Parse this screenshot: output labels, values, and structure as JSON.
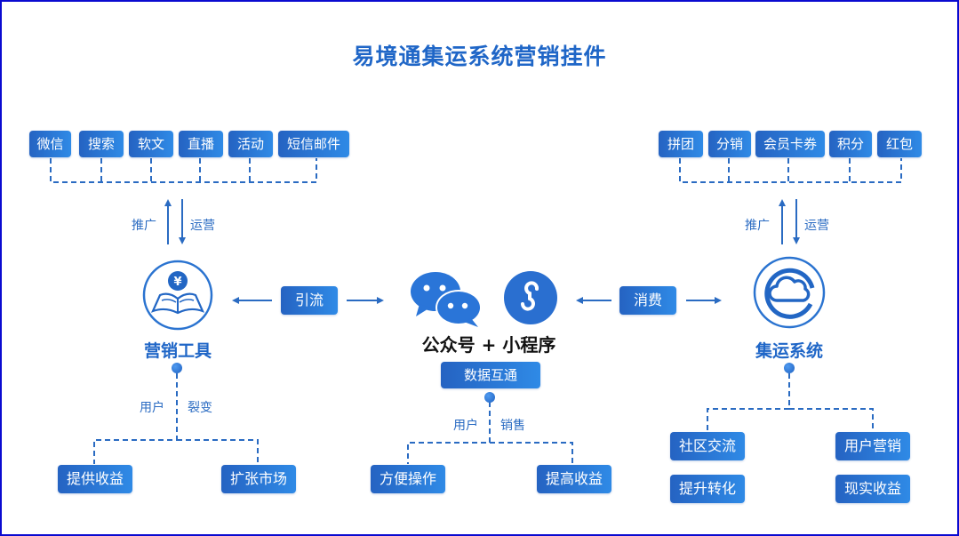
{
  "title": "易境通集运系统营销挂件",
  "left": {
    "channels": [
      "微信",
      "搜索",
      "软文",
      "直播",
      "活动",
      "短信邮件"
    ],
    "arrow_up_label": "推广",
    "arrow_down_label": "运营",
    "node_title": "营销工具",
    "node_icon": "yuan-book-icon",
    "split_left_label": "用户",
    "split_right_label": "裂变",
    "outcomes": [
      "提供收益",
      "扩张市场"
    ]
  },
  "link_left": {
    "label": "引流"
  },
  "center": {
    "node_title": "公众号 + 小程序",
    "icons": [
      "wechat-chat-icon",
      "mini-program-icon"
    ],
    "sub_tag": "数据互通",
    "split_left_label": "用户",
    "split_right_label": "销售",
    "outcomes": [
      "方便操作",
      "提高收益"
    ]
  },
  "link_right": {
    "label": "消费"
  },
  "right": {
    "features": [
      "拼团",
      "分销",
      "会员卡券",
      "积分",
      "红包"
    ],
    "arrow_up_label": "推广",
    "arrow_down_label": "运营",
    "node_title": "集运系统",
    "node_icon": "cloud-e-icon",
    "outcomes_left": [
      "社区交流",
      "提升转化"
    ],
    "outcomes_right": [
      "用户营销",
      "现实收益"
    ]
  },
  "colors": {
    "primary": "#1f66c7",
    "gradient_start": "#2563c2",
    "gradient_end": "#2f8ae6",
    "frame": "#0a0ad0"
  }
}
